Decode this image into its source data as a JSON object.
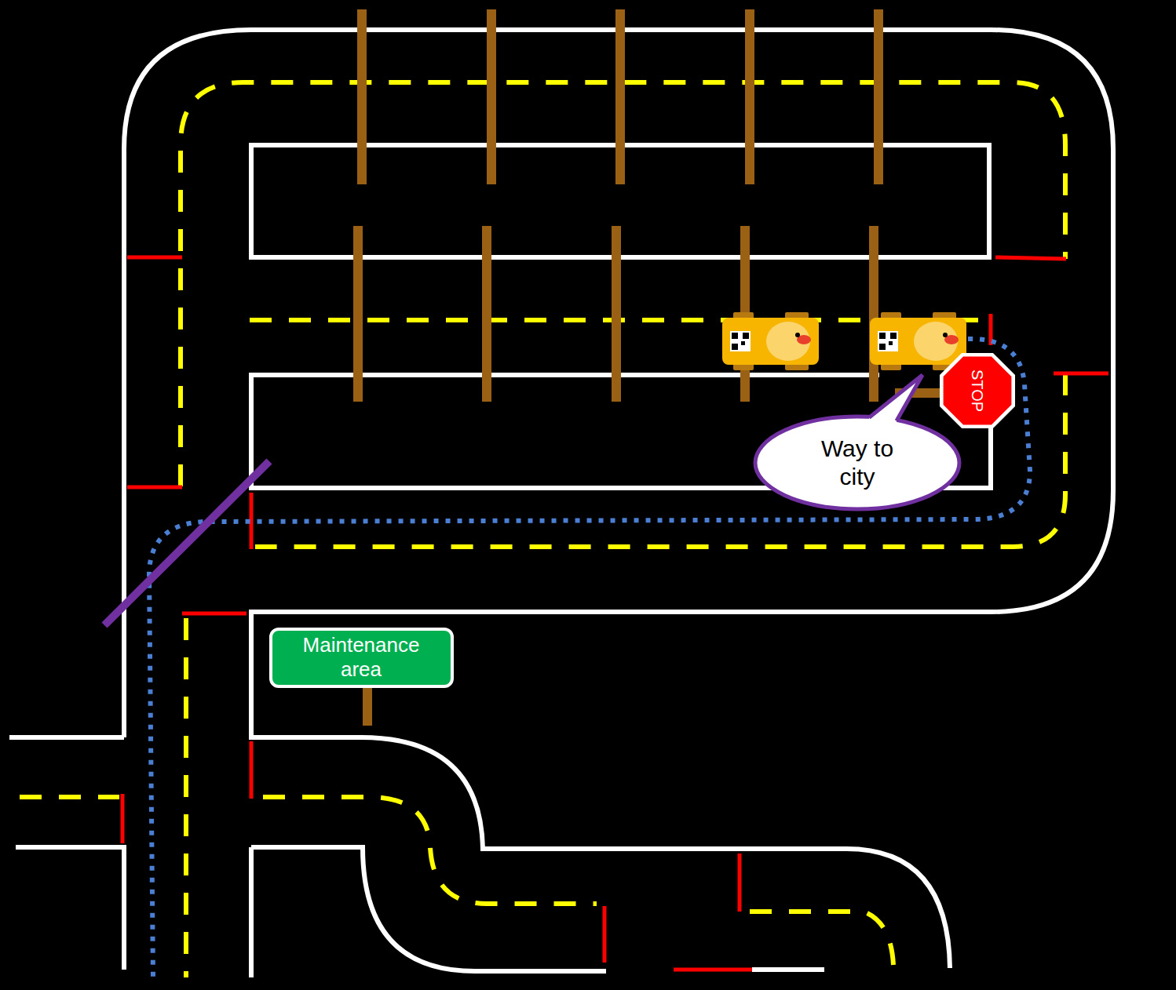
{
  "diagram": {
    "nodes": [
      {
        "text": [
          "STOP"
        ]
      },
      {
        "text": [
          "Way to city"
        ]
      },
      {
        "text": [
          "Maintenance area"
        ]
      }
    ]
  }
}
